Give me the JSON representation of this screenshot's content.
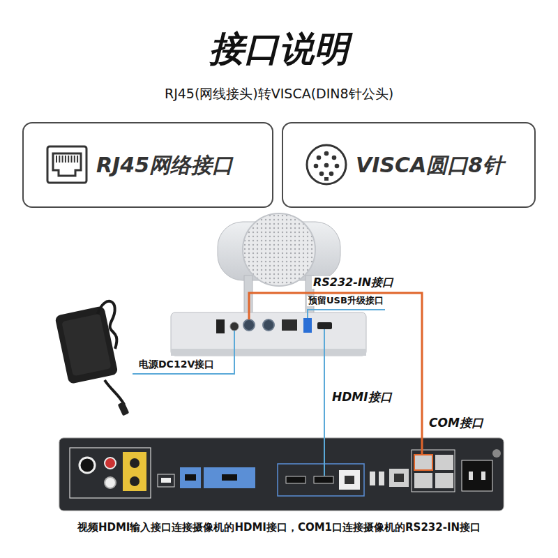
{
  "diagram": {
    "title": "接口说明",
    "caption": "视频HDMI输入接口连接摄像机的HDMI接口，COM1口连接摄像机的RS232-IN接口",
    "nodes": [
      {
        "text": [
          "RJ45网络接口"
        ]
      },
      {
        "text": [
          "VISCA圆口8针"
        ]
      }
    ],
    "labels": [
      "RJ45(网线接头)转VISCA(DIN8针公头)",
      "RS232-IN接口",
      "预留USB升级接口",
      "电源DC12V接口",
      "HDMI接口",
      "COM接口"
    ]
  }
}
